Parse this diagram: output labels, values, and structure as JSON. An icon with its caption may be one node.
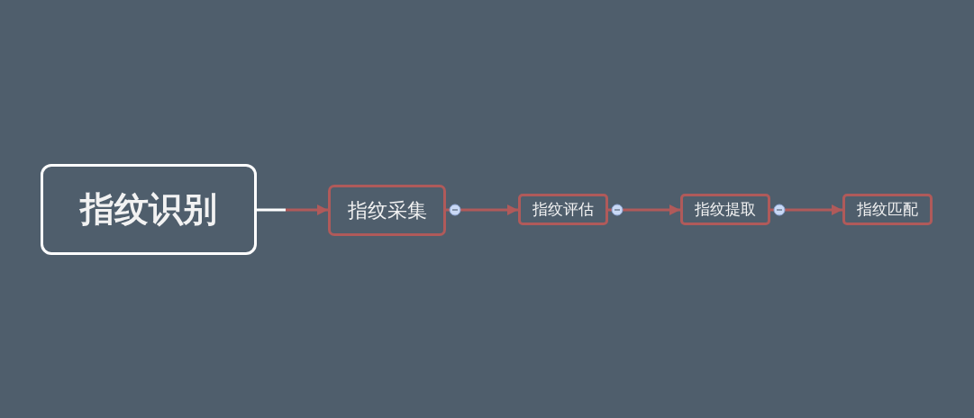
{
  "diagram": {
    "nodes": [
      {
        "text": [
          "指纹识别"
        ]
      },
      {
        "text": [
          "指纹采集"
        ]
      },
      {
        "text": [
          "指纹评估"
        ]
      },
      {
        "text": [
          "指纹提取"
        ]
      },
      {
        "text": [
          "指纹匹配"
        ]
      }
    ],
    "edges": [
      {
        "from": 0,
        "to": 1,
        "arrow": "to"
      },
      {
        "from": 1,
        "to": 2,
        "arrow": "to"
      },
      {
        "from": 2,
        "to": 3,
        "arrow": "to"
      },
      {
        "from": 3,
        "to": 4,
        "arrow": "to"
      }
    ]
  }
}
